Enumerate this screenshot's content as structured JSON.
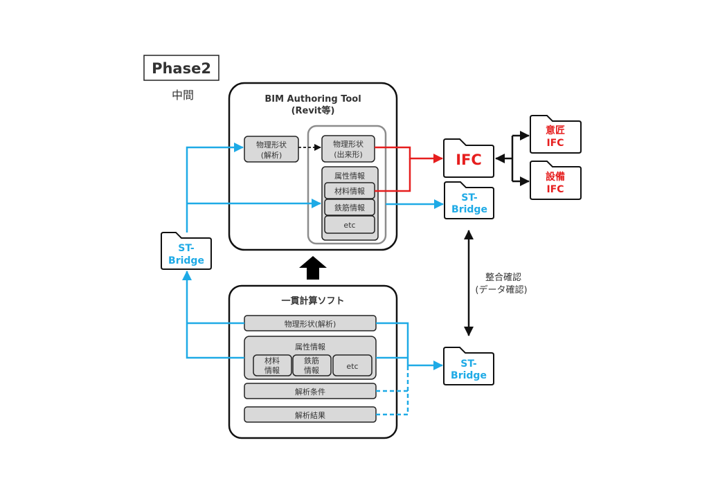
{
  "phase": {
    "label": "Phase2",
    "subtitle": "中間"
  },
  "bim_tool": {
    "title_line1": "BIM Authoring Tool",
    "title_line2": "(Revit等)",
    "physical_analysis": {
      "line1": "物理形状",
      "line2": "(解析)"
    },
    "physical_built": {
      "line1": "物理形状",
      "line2": "(出来形)"
    },
    "attributes": {
      "title": "属性情報",
      "items": [
        "材料情報",
        "鉄筋情報",
        "etc"
      ]
    }
  },
  "calc_soft": {
    "title": "一貫計算ソフト",
    "physical": "物理形状(解析)",
    "attributes": {
      "title": "属性情報",
      "items": [
        {
          "line1": "材料",
          "line2": "情報"
        },
        {
          "line1": "鉄筋",
          "line2": "情報"
        },
        {
          "line1": "etc",
          "line2": ""
        }
      ]
    },
    "analysis_conditions": "解析条件",
    "analysis_results": "解析結果"
  },
  "files": {
    "ifc": "IFC",
    "ifc_arch": {
      "line1": "意匠",
      "line2": "IFC"
    },
    "ifc_mep": {
      "line1": "設備",
      "line2": "IFC"
    },
    "st_bridge_left": {
      "line1": "ST-",
      "line2": "Bridge"
    },
    "st_bridge_right_top": {
      "line1": "ST-",
      "line2": "Bridge"
    },
    "st_bridge_right_bottom": {
      "line1": "ST-",
      "line2": "Bridge"
    }
  },
  "consistency_check": {
    "line1": "整合確認",
    "line2": "(データ確認)"
  },
  "colors": {
    "blue": "#1eaae6",
    "red": "#e61e1e",
    "gray_box": "#d9d9d9",
    "black": "#111111"
  }
}
